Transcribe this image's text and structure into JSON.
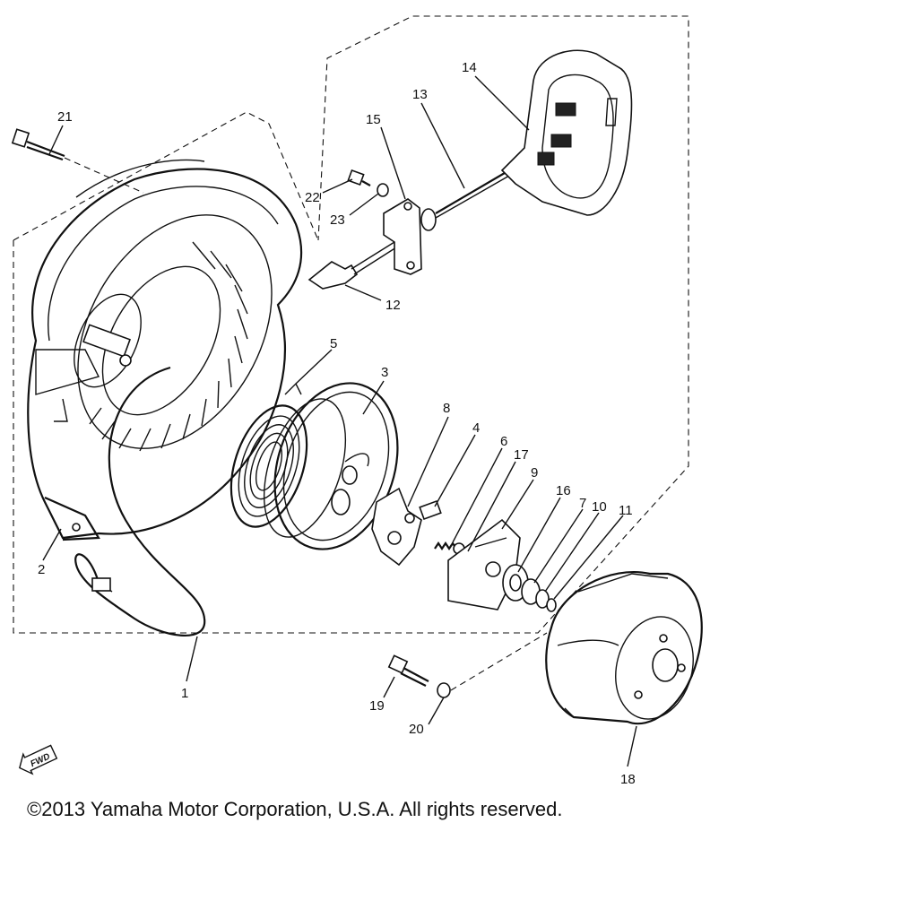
{
  "diagram": {
    "callouts": [
      "1",
      "2",
      "3",
      "4",
      "5",
      "6",
      "7",
      "8",
      "9",
      "10",
      "11",
      "12",
      "13",
      "14",
      "15",
      "16",
      "17",
      "18",
      "19",
      "20",
      "21",
      "22",
      "23"
    ],
    "fwd_label": "FWD",
    "copyright": "©2013 Yamaha Motor Corporation, U.S.A. All rights reserved."
  }
}
